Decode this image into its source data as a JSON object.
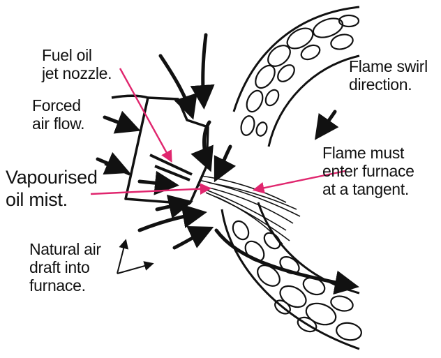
{
  "labels": {
    "fuel_nozzle": [
      "Fuel oil",
      "jet nozzle."
    ],
    "forced_air": [
      "Forced",
      "air flow."
    ],
    "vapourised": [
      "Vapourised",
      "oil mist."
    ],
    "natural_air": [
      "Natural air",
      "draft into",
      "furnace."
    ],
    "flame_swirl": [
      "Flame swirl",
      "direction."
    ],
    "tangent": [
      "Flame must",
      "enter furnace",
      "at a tangent."
    ]
  },
  "colors": {
    "ink": "#111111",
    "pointer": "#e0266e",
    "background": "#ffffff"
  }
}
